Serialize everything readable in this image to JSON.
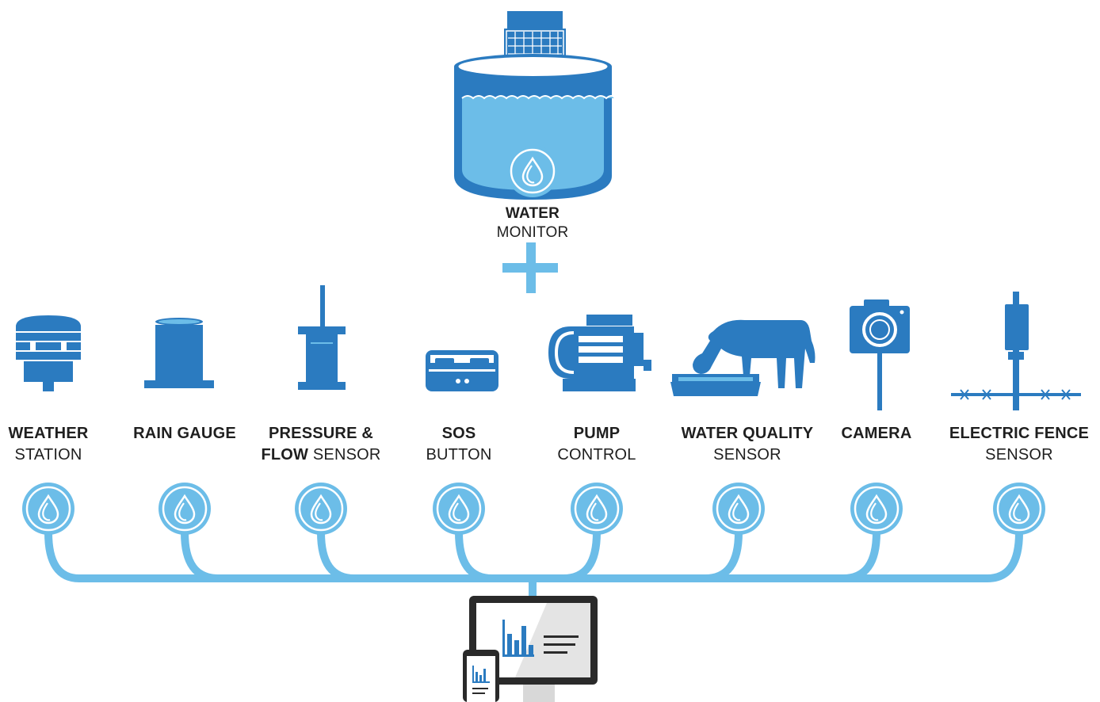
{
  "colors": {
    "dark_blue": "#2b7bc0",
    "light_blue": "#6cbde8",
    "mid_blue": "#4aa3dc",
    "screen_grey": "#e4e4e4",
    "frame_dark": "#2a2a2a"
  },
  "hub": {
    "line1": "WATER",
    "line2": "MONITOR",
    "icon": "water-drop-icon"
  },
  "connector_symbol": "+",
  "devices": [
    {
      "id": "weather-station",
      "icon": "weather-station-icon",
      "line1_bold": "WEATHER",
      "line1_light": "",
      "line2_bold": "",
      "line2_light": "STATION"
    },
    {
      "id": "rain-gauge",
      "icon": "rain-gauge-icon",
      "line1_bold": "RAIN GAUGE",
      "line1_light": "",
      "line2_bold": "",
      "line2_light": ""
    },
    {
      "id": "pressure-flow-sensor",
      "icon": "pressure-sensor-icon",
      "line1_bold": "PRESSURE &",
      "line1_light": "",
      "line2_bold": "FLOW",
      "line2_light": " SENSOR"
    },
    {
      "id": "sos-button",
      "icon": "sos-button-icon",
      "line1_bold": "SOS",
      "line1_light": "",
      "line2_bold": "",
      "line2_light": "BUTTON"
    },
    {
      "id": "pump-control",
      "icon": "pump-icon",
      "line1_bold": "PUMP",
      "line1_light": "",
      "line2_bold": "",
      "line2_light": "CONTROL"
    },
    {
      "id": "water-quality-sensor",
      "icon": "cow-drinking-icon",
      "line1_bold": "WATER QUALITY",
      "line1_light": "",
      "line2_bold": "",
      "line2_light": "SENSOR"
    },
    {
      "id": "camera",
      "icon": "camera-icon",
      "line1_bold": "CAMERA",
      "line1_light": "",
      "line2_bold": "",
      "line2_light": ""
    },
    {
      "id": "electric-fence-sensor",
      "icon": "electric-fence-icon",
      "line1_bold": "ELECTRIC FENCE",
      "line1_light": "",
      "line2_bold": "",
      "line2_light": "SENSOR"
    }
  ],
  "dashboard": {
    "icon": "dashboard-monitor-icon",
    "mobile_icon": "mobile-device-icon"
  }
}
